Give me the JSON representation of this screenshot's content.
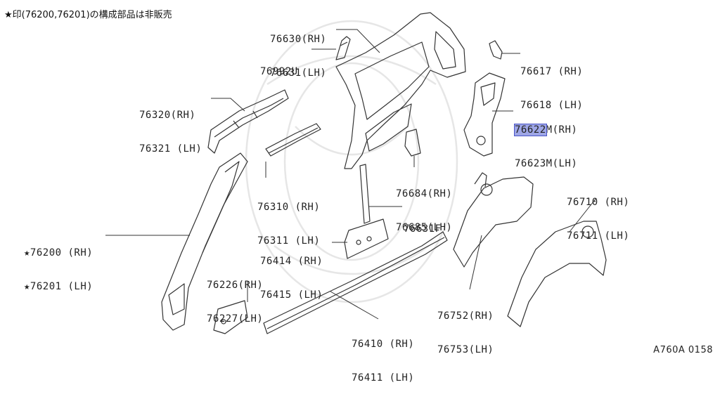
{
  "header_note": "★印(76200,76201)の構成部品は非販売",
  "diagram_code": "A760A 0158",
  "highlight_color": "#9ea6e6",
  "callouts": [
    {
      "id": "c-76630",
      "lines": [
        "76630(RH)",
        "76631(LH)"
      ]
    },
    {
      "id": "c-76992",
      "lines": [
        "76992U"
      ]
    },
    {
      "id": "c-76617",
      "lines": [
        "76617 (RH)",
        "76618 (LH)"
      ]
    },
    {
      "id": "c-76320",
      "lines": [
        "76320(RH)",
        "76321 (LH)"
      ]
    },
    {
      "id": "c-76622",
      "highlight": "76622",
      "lines": [
        "M(RH)",
        "76623M(LH)"
      ]
    },
    {
      "id": "c-76310",
      "lines": [
        "76310 (RH)",
        "76311 (LH)"
      ]
    },
    {
      "id": "c-76684",
      "lines": [
        "76684(RH)",
        "76685(LH)"
      ]
    },
    {
      "id": "c-76710",
      "lines": [
        "76710 (RH)",
        "76711 (LH)"
      ]
    },
    {
      "id": "c-76631F",
      "lines": [
        "76631F"
      ]
    },
    {
      "id": "c-76200",
      "lines": [
        "★76200 (RH)",
        "★76201 (LH)"
      ]
    },
    {
      "id": "c-76414",
      "lines": [
        "76414 (RH)",
        "76415 (LH)"
      ]
    },
    {
      "id": "c-76226",
      "lines": [
        "76226(RH)",
        "76227(LH)"
      ]
    },
    {
      "id": "c-76752",
      "lines": [
        "76752(RH)",
        "76753(LH)"
      ]
    },
    {
      "id": "c-76410",
      "lines": [
        "76410 (RH)",
        "76411 (LH)"
      ]
    }
  ]
}
